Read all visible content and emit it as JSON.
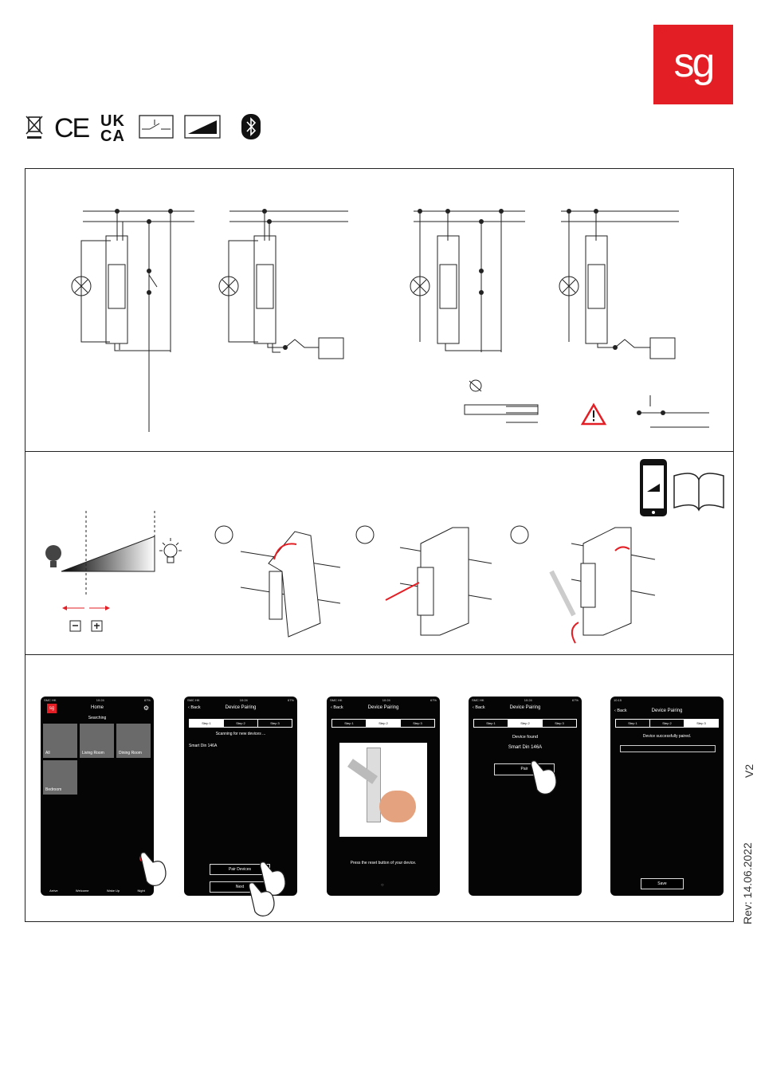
{
  "brand": {
    "logo_text": "sg",
    "registered": "®",
    "color": "#e31e24"
  },
  "cert_icons": {
    "ce": "CE",
    "ukca_line1": "UK",
    "ukca_line2": "CA",
    "icons": [
      "weee-bin-icon",
      "ce-mark",
      "ukca-mark",
      "switch-icon",
      "dimmer-ramp-icon",
      "bluetooth-icon"
    ]
  },
  "app_screens": [
    {
      "status_left": "SMC HK",
      "time": "10:24",
      "battery": "67%",
      "title": "Home",
      "subtitle": "Searching",
      "tiles": [
        "All",
        "Living Room",
        "Dining Room",
        "Bedroom"
      ],
      "nav": [
        "Arrive",
        "Welcome",
        "Wake Up",
        "Night"
      ]
    },
    {
      "status_left": "SMC HK",
      "time": "10:24",
      "battery": "67%",
      "back": "Back",
      "title": "Device Pairing",
      "steps": [
        "Step 1",
        "Step 2",
        "Step 3"
      ],
      "message": "Scanning for new devices ...",
      "device": "Smart Din 146A",
      "buttons": [
        "Pair Devices",
        "Next"
      ]
    },
    {
      "status_left": "SMC HK",
      "time": "10:24",
      "battery": "67%",
      "back": "Back",
      "title": "Device Pairing",
      "steps": [
        "Step 1",
        "Step 2",
        "Step 3"
      ],
      "message": "Press the reset button of your device."
    },
    {
      "status_left": "SMC HK",
      "time": "10:24",
      "battery": "67%",
      "back": "Back",
      "title": "Device Pairing",
      "steps": [
        "Step 1",
        "Step 2",
        "Step 3"
      ],
      "message": "Device found",
      "device": "Smart Din 146A",
      "button": "Pair"
    },
    {
      "time": "10:15",
      "back": "Back",
      "title": "Device Pairing",
      "steps": [
        "Step 1",
        "Step 2",
        "Step 3"
      ],
      "message": "Device successfully paired.",
      "button": "Save"
    }
  ],
  "footer": {
    "version": "V2",
    "revision": "Rev: 14.06.2022"
  }
}
